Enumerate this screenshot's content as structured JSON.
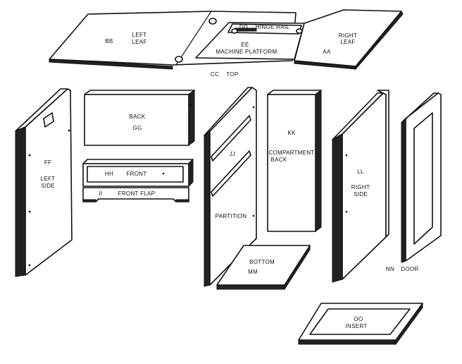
{
  "diagram": {
    "parts": {
      "top": {
        "code": "CC",
        "name": "TOP"
      },
      "left_leaf": {
        "code": "BB",
        "name_line1": "LEFT",
        "name_line2": "LEAF"
      },
      "right_leaf": {
        "name_line1": "RIGHT",
        "name_line2": "LEAF",
        "code": "AA"
      },
      "hinge_rail": {
        "code": "DD",
        "name": "HINGE RAIL"
      },
      "machine_platform": {
        "code": "EE",
        "name": "MACHINE PLATFORM"
      },
      "back": {
        "name": "BACK",
        "code": "GG"
      },
      "front": {
        "code": "HH",
        "name": "FRONT"
      },
      "front_flap": {
        "code": "II",
        "name": "FRONT FLAP"
      },
      "left_side": {
        "code": "FF",
        "name_line1": "LEFT",
        "name_line2": "SIDE"
      },
      "partition": {
        "code": "JJ",
        "name": "PARTITION"
      },
      "compartment_back": {
        "code": "KK",
        "name_line1": "COMPARTMENT",
        "name_line2": "BACK"
      },
      "right_side": {
        "code": "LL",
        "name_line1": "RIGHT",
        "name_line2": "SIDE"
      },
      "door": {
        "code": "NN",
        "name": "DOOR"
      },
      "bottom": {
        "name": "BOTTOM",
        "code": "MM"
      },
      "insert": {
        "code": "OO",
        "name": "INSERT"
      }
    }
  }
}
